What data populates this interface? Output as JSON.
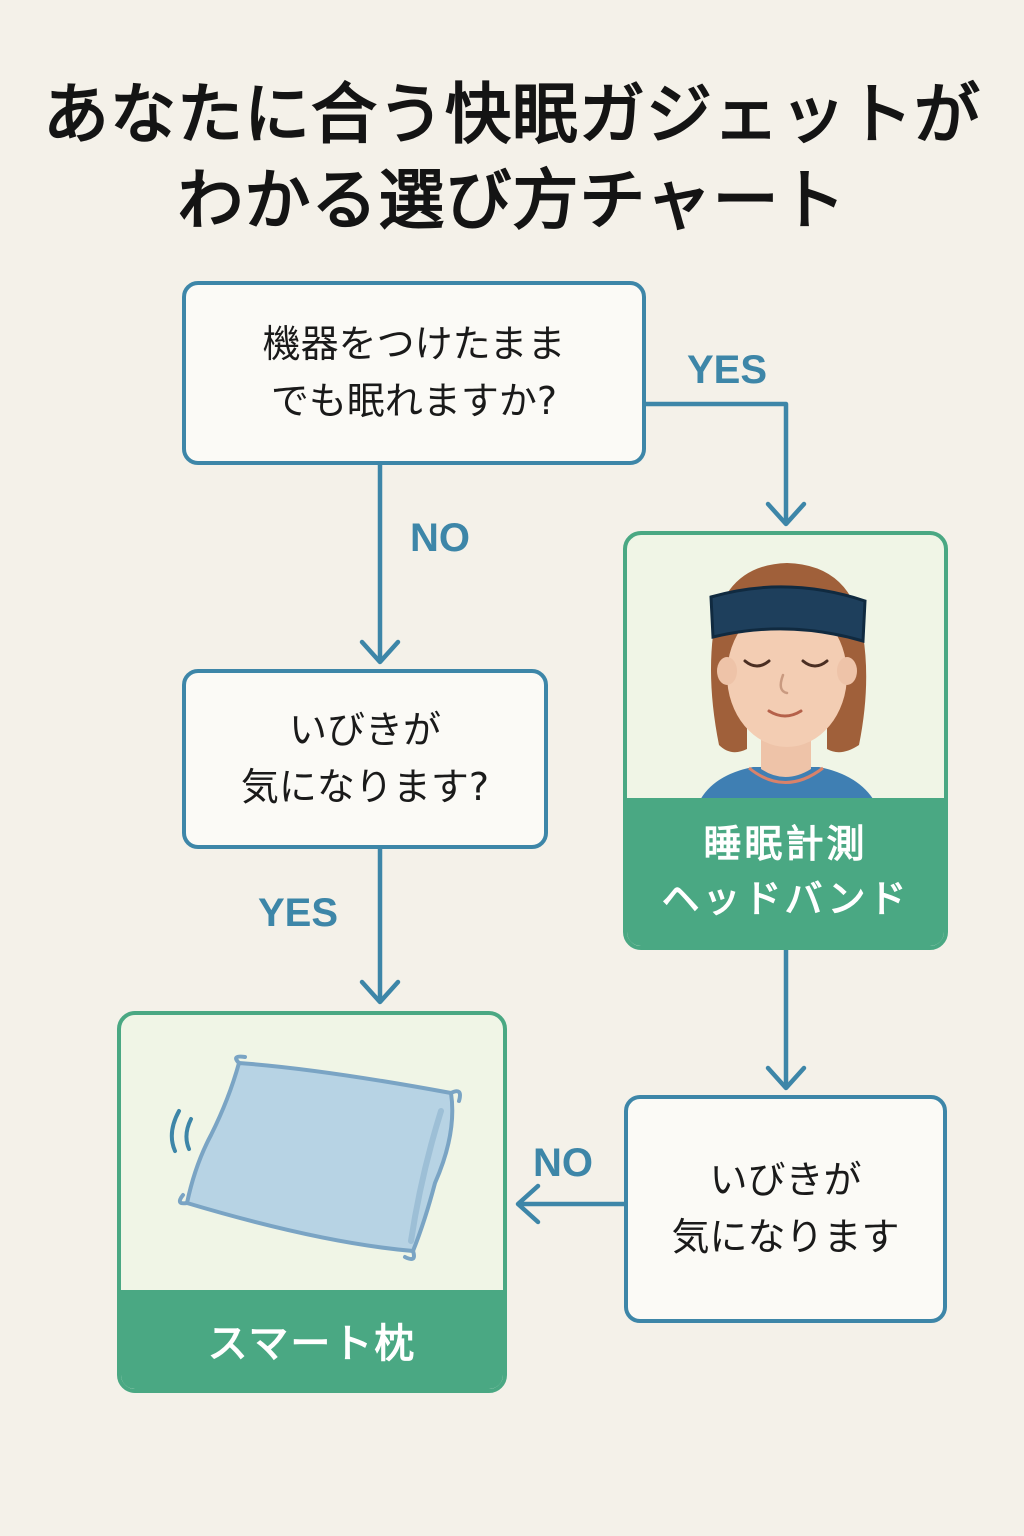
{
  "title": {
    "line1": "あなたに合う快眠ガジェットが",
    "line2": "わかる選び方チャート"
  },
  "nodes": {
    "q1": {
      "line1": "機器をつけたまま",
      "line2": "でも眠れますか?"
    },
    "q2": {
      "line1": "いびきが",
      "line2": "気になります?"
    },
    "q3": {
      "line1": "いびきが",
      "line2": "気になります"
    },
    "r1": {
      "line1": "睡眠計測",
      "line2": "ヘッドバンド",
      "icon": "person-headband-icon"
    },
    "r2": {
      "label": "スマート枕",
      "icon": "pillow-icon"
    }
  },
  "edges": {
    "q1_yes": "YES",
    "q1_no": "NO",
    "q2_yes": "YES",
    "q3_no": "NO"
  },
  "colors": {
    "background": "#f4f1e9",
    "question_border": "#3d86a8",
    "result_green": "#4aa883",
    "result_illustration_bg": "#f0f5e6",
    "arrow": "#3d86a8"
  }
}
